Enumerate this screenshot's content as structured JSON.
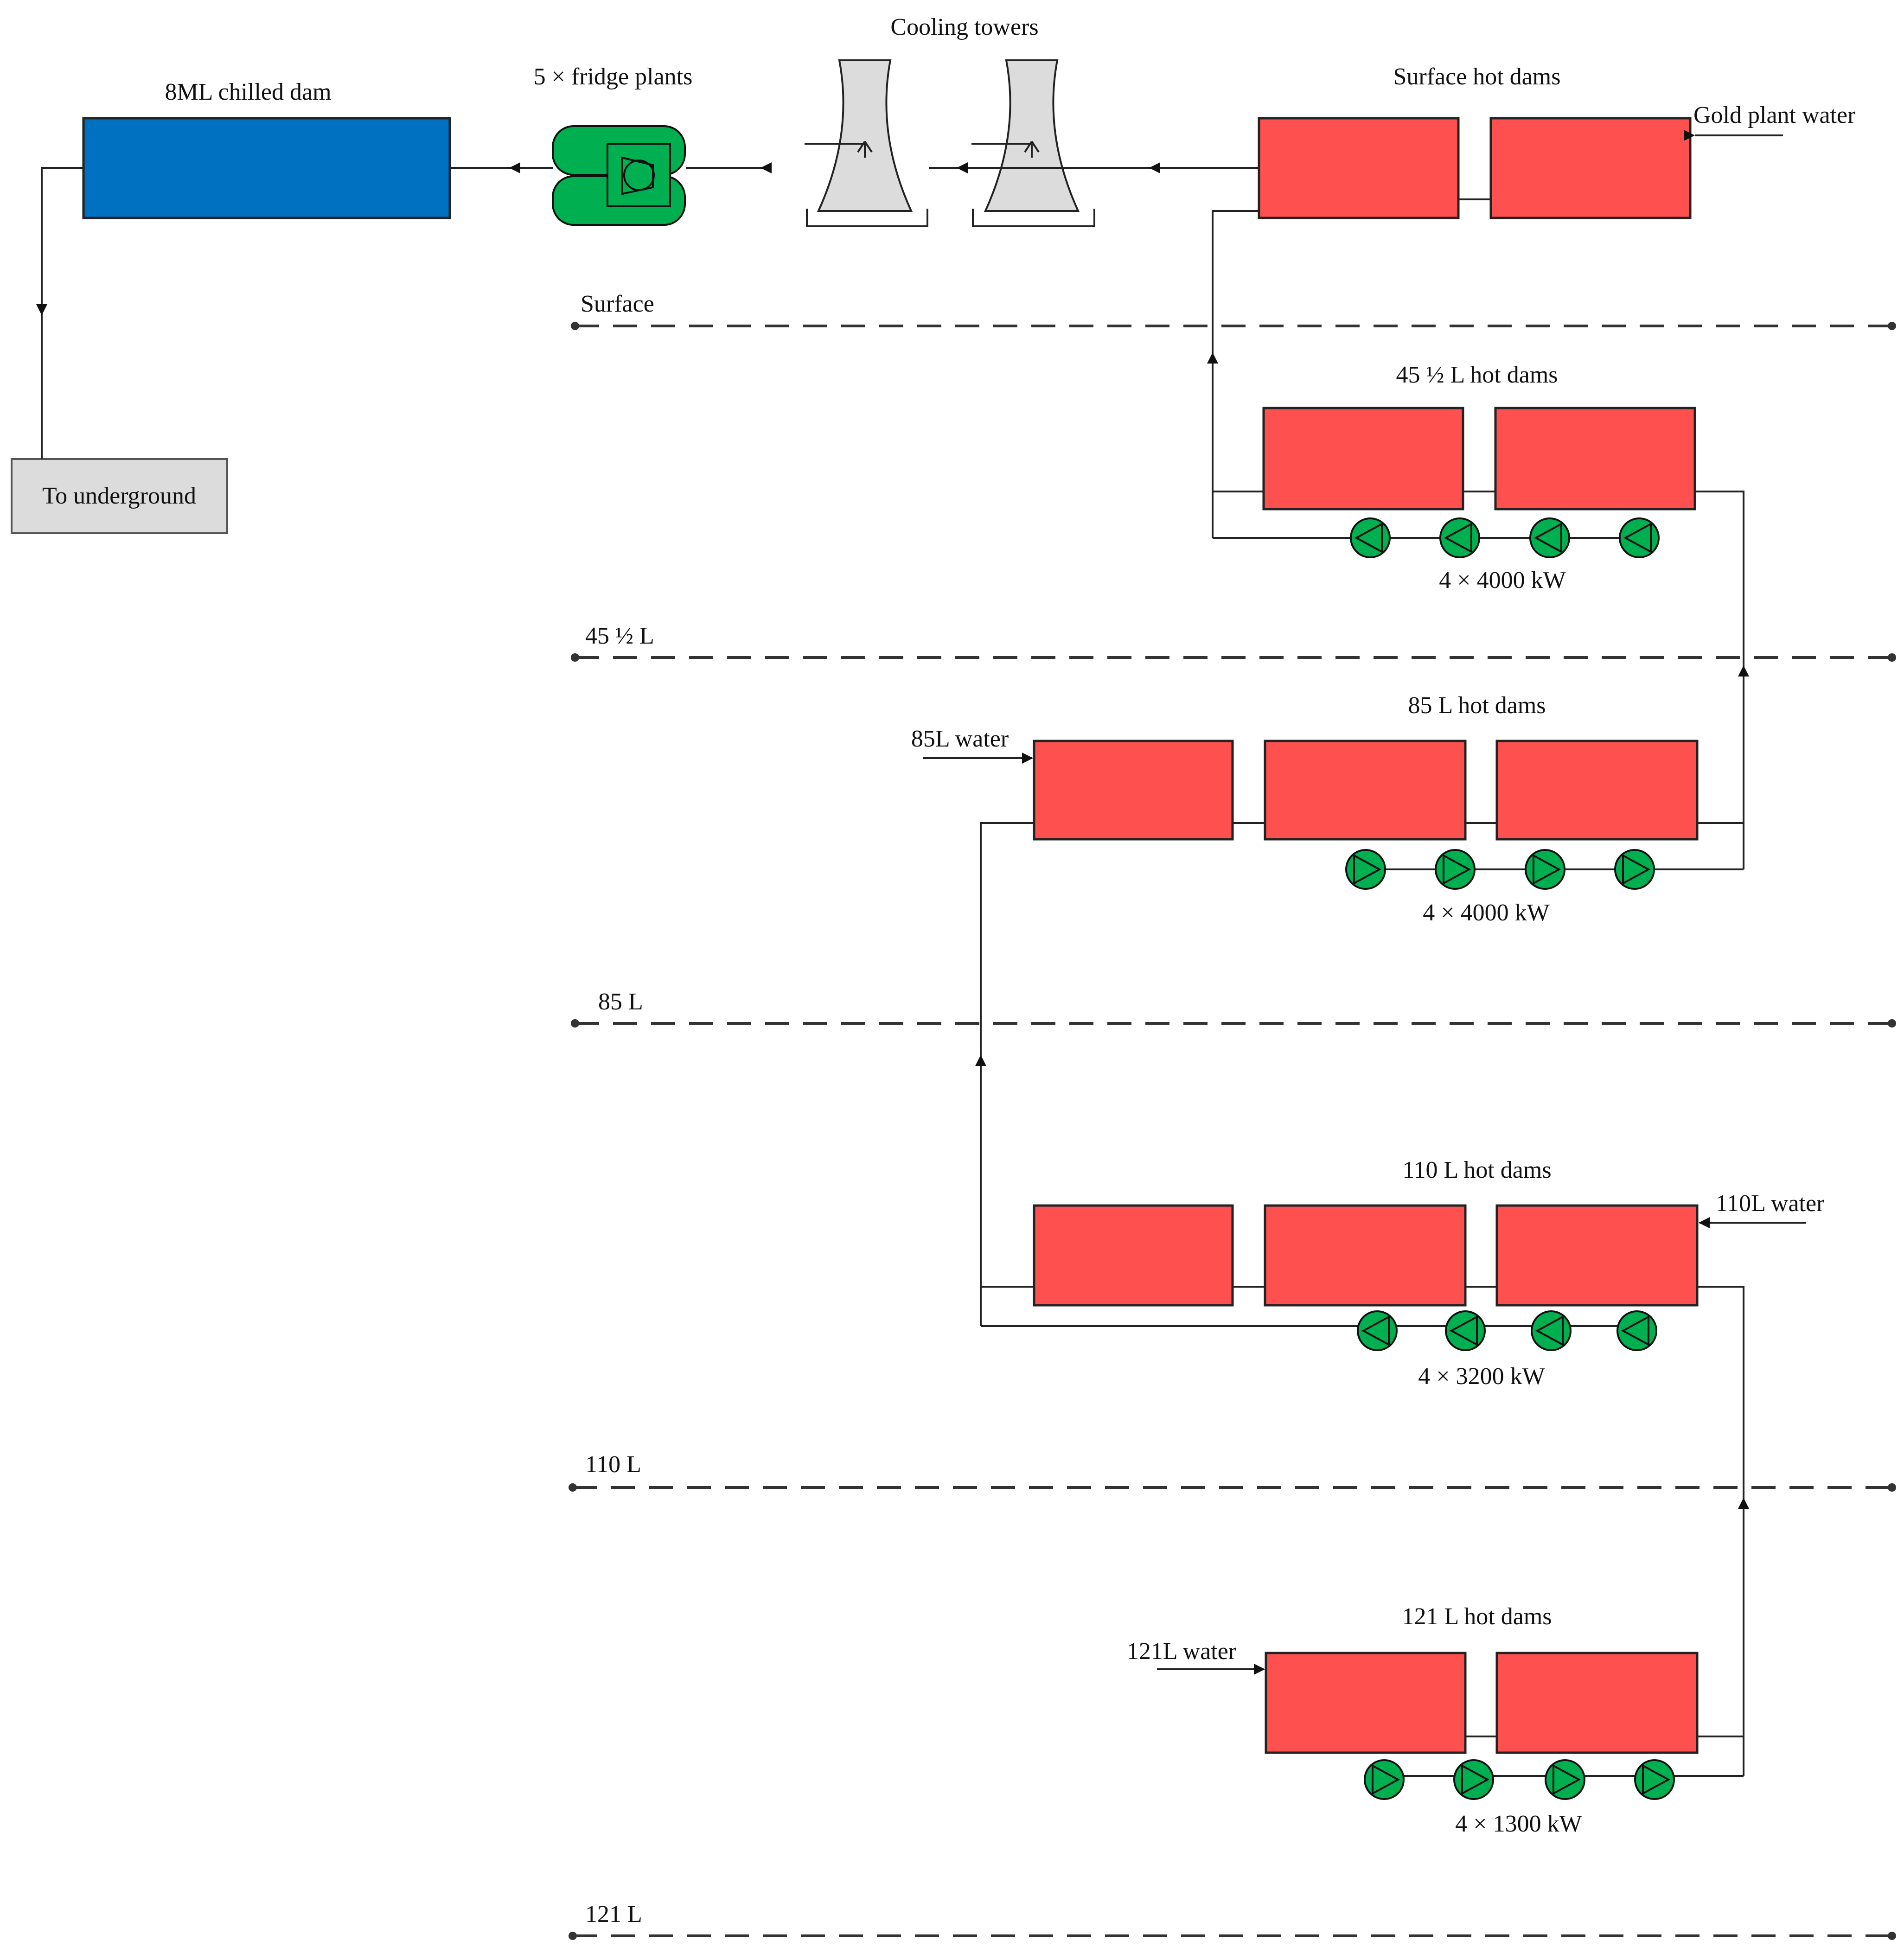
{
  "colors": {
    "hot_dam": "#ff5050",
    "chilled_dam": "#0070c0",
    "equipment": "#00b050",
    "tower": "#dcdcdc",
    "box": "#dcdcdc"
  },
  "labels": {
    "chilled_dam": "8ML chilled dam",
    "fridge_plants": "5 × fridge plants",
    "cooling_towers": "Cooling towers",
    "surface_hot_dams": "Surface hot dams",
    "gold_plant_water": "Gold plant water",
    "to_underground": "To underground",
    "hot_dams_45": "45 ½ L hot dams",
    "hot_dams_85": "85 L hot dams",
    "hot_dams_110": "110 L hot dams",
    "hot_dams_121": "121 L hot dams",
    "water_85": "85L water",
    "water_110": "110L water",
    "water_121": "121L water"
  },
  "pumps": {
    "l45": "4 × 4000 kW",
    "l85": "4 × 4000 kW",
    "l110": "4 × 3200 kW",
    "l121": "4 × 1300 kW"
  },
  "levels": {
    "surface": "Surface",
    "l45": "45 ½ L",
    "l85": "85 L",
    "l110": "110 L",
    "l121": "121 L"
  },
  "icons": {
    "fridge_plant": "fridge-plant-icon",
    "cooling_tower": "cooling-tower-icon",
    "pump": "pump-icon",
    "flow_arrow": "flow-arrow-icon"
  }
}
